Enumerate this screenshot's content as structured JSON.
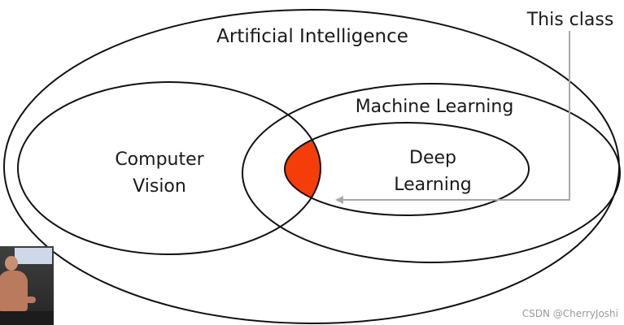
{
  "diagram": {
    "labels": {
      "ai": "Artificial Intelligence",
      "ml": "Machine Learning",
      "cv_line1": "Computer",
      "cv_line2": "Vision",
      "dl_line1": "Deep",
      "dl_line2": "Learning",
      "callout": "This class"
    },
    "colors": {
      "outline": "#111111",
      "highlight": "#f53d0a",
      "callout_arrow": "#a8a8a8"
    }
  },
  "watermark": "CSDN @CherryJoshi"
}
